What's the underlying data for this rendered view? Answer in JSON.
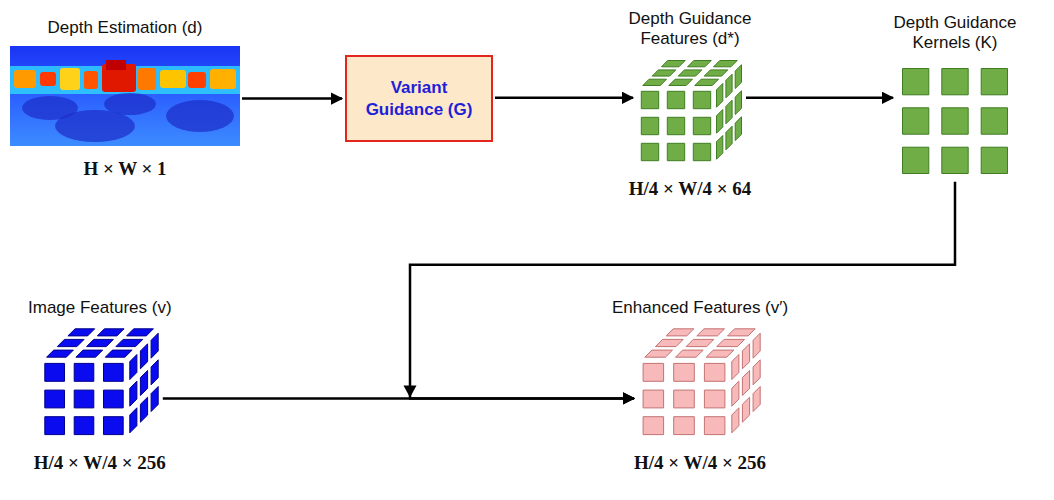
{
  "diagram": {
    "nodes": [
      {
        "text": [
          "Depth Estimation (d)",
          "H × W × 1"
        ]
      },
      {
        "text": [
          "Variant Guidance (G)"
        ]
      },
      {
        "text": [
          "Depth Guidance Features (d*)",
          "H/4 × W/4 × 64"
        ]
      },
      {
        "text": [
          "Depth Guidance Kernels (K)"
        ]
      },
      {
        "text": [
          "Image Features (v)",
          "H/4 × W/4 × 256"
        ]
      },
      {
        "text": [
          "Enhanced Features (v′)",
          "H/4 × W/4 × 256"
        ]
      }
    ],
    "edges": [
      {
        "from": 0,
        "to": 1,
        "arrow": "to"
      },
      {
        "from": 1,
        "to": 2,
        "arrow": "to"
      },
      {
        "from": 2,
        "to": 3,
        "arrow": "to"
      },
      {
        "from": 3,
        "to": 5,
        "arrow": "to"
      },
      {
        "from": 4,
        "to": 5,
        "arrow": "to"
      }
    ]
  }
}
